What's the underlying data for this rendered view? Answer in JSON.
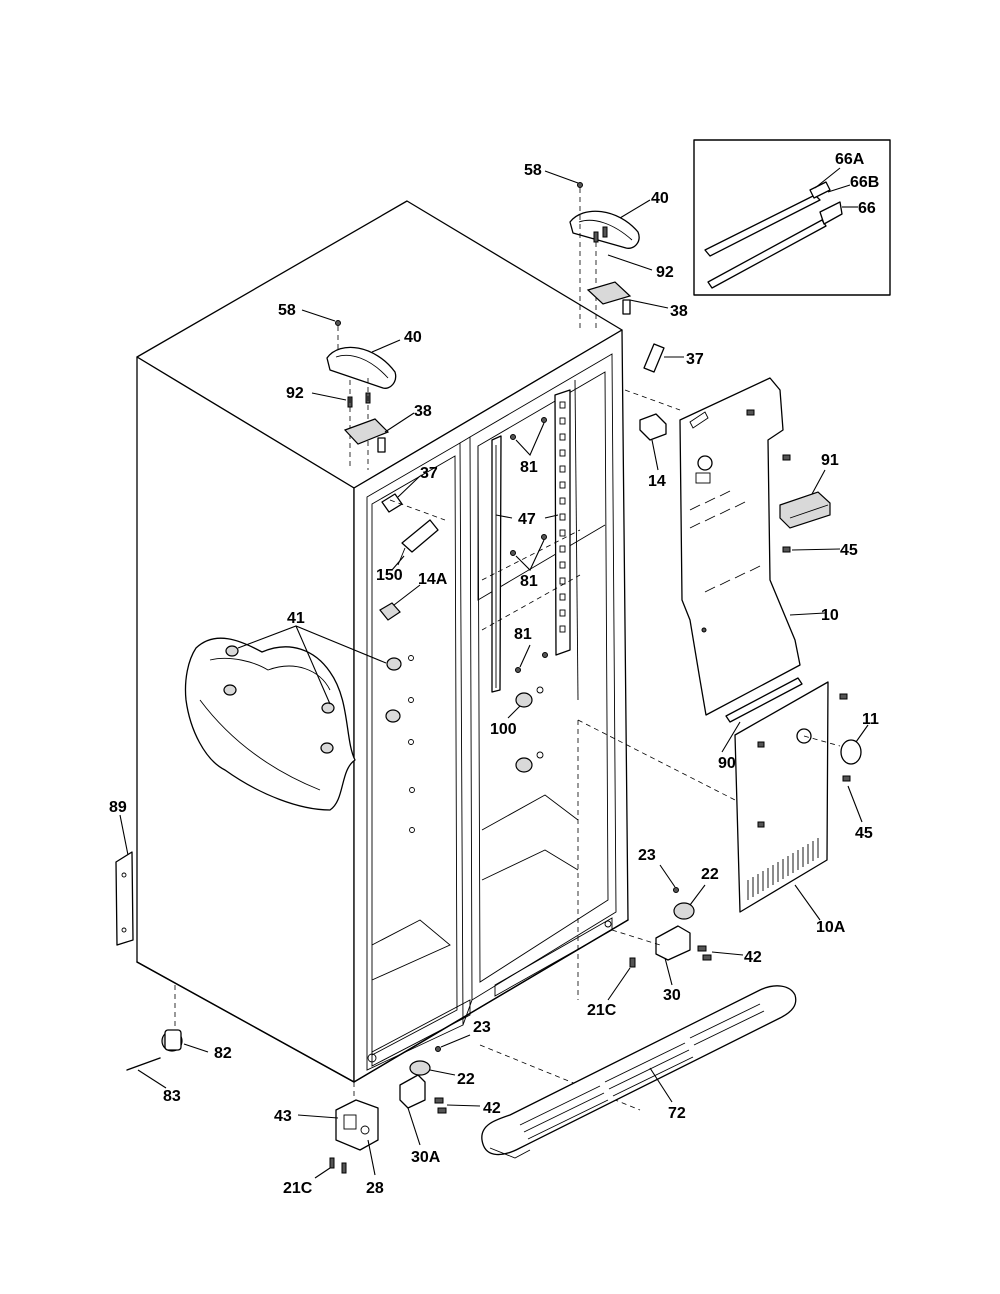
{
  "diagram": {
    "callouts": [
      {
        "id": "c58a",
        "text": "58"
      },
      {
        "id": "c40a",
        "text": "40"
      },
      {
        "id": "c92a",
        "text": "92"
      },
      {
        "id": "c38a",
        "text": "38"
      },
      {
        "id": "c37a",
        "text": "37"
      },
      {
        "id": "c14",
        "text": "14"
      },
      {
        "id": "c58b",
        "text": "58"
      },
      {
        "id": "c40b",
        "text": "40"
      },
      {
        "id": "c92b",
        "text": "92"
      },
      {
        "id": "c38b",
        "text": "38"
      },
      {
        "id": "c37b",
        "text": "37"
      },
      {
        "id": "c150",
        "text": "150"
      },
      {
        "id": "c14A",
        "text": "14A"
      },
      {
        "id": "c81a",
        "text": "81"
      },
      {
        "id": "c47",
        "text": "47"
      },
      {
        "id": "c81b",
        "text": "81"
      },
      {
        "id": "c81c",
        "text": "81"
      },
      {
        "id": "c100",
        "text": "100"
      },
      {
        "id": "c41",
        "text": "41"
      },
      {
        "id": "c91",
        "text": "91"
      },
      {
        "id": "c45a",
        "text": "45"
      },
      {
        "id": "c10",
        "text": "10"
      },
      {
        "id": "c11",
        "text": "11"
      },
      {
        "id": "c90",
        "text": "90"
      },
      {
        "id": "c45b",
        "text": "45"
      },
      {
        "id": "c89",
        "text": "89"
      },
      {
        "id": "c23a",
        "text": "23"
      },
      {
        "id": "c22a",
        "text": "22"
      },
      {
        "id": "c10A",
        "text": "10A"
      },
      {
        "id": "c42a",
        "text": "42"
      },
      {
        "id": "c30",
        "text": "30"
      },
      {
        "id": "c21Ca",
        "text": "21C"
      },
      {
        "id": "c23b",
        "text": "23"
      },
      {
        "id": "c22b",
        "text": "22"
      },
      {
        "id": "c42b",
        "text": "42"
      },
      {
        "id": "c72",
        "text": "72"
      },
      {
        "id": "c82",
        "text": "82"
      },
      {
        "id": "c83",
        "text": "83"
      },
      {
        "id": "c43",
        "text": "43"
      },
      {
        "id": "c30A",
        "text": "30A"
      },
      {
        "id": "c21Cb",
        "text": "21C"
      },
      {
        "id": "c28",
        "text": "28"
      }
    ],
    "inset": {
      "callouts": [
        {
          "id": "c66A",
          "text": "66A"
        },
        {
          "id": "c66B",
          "text": "66B"
        },
        {
          "id": "c66",
          "text": "66"
        }
      ]
    }
  }
}
